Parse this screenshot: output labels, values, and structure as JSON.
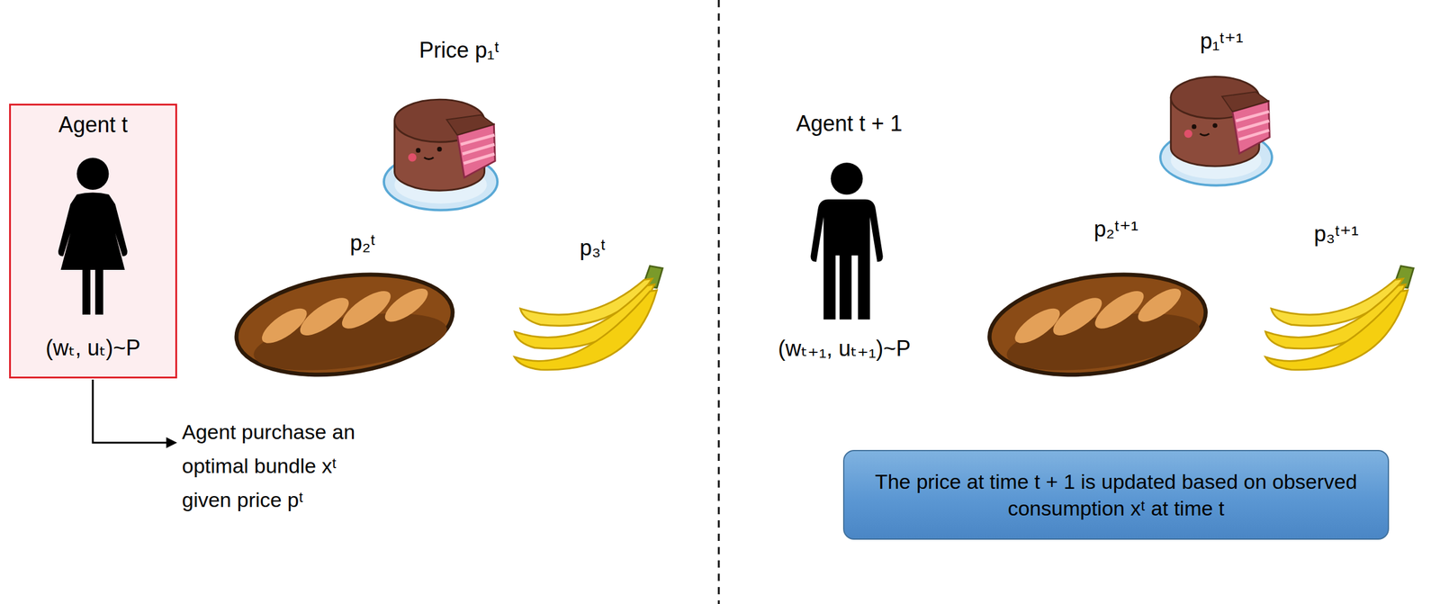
{
  "diagram": {
    "nodes": [
      {
        "text": [
          "Agent t",
          "(wₜ, uₜ)~P"
        ]
      },
      {
        "text": [
          "The price at time t + 1 is updated based on observed consumption xᵗ at time t"
        ]
      }
    ],
    "labels": [
      "Price p₁ᵗ",
      "p₂ᵗ",
      "p₃ᵗ",
      "Agent purchase an optimal bundle xᵗ given price pᵗ",
      "Agent t + 1",
      "(wₜ₊₁, uₜ₊₁)~P",
      "p₁ᵗ⁺¹",
      "p₂ᵗ⁺¹",
      "p₃ᵗ⁺¹"
    ]
  }
}
